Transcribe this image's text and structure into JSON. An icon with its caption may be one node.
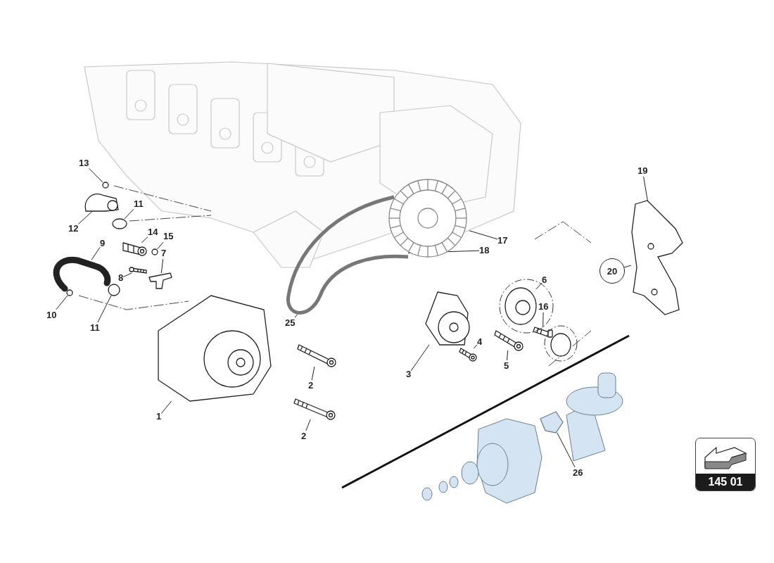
{
  "diagram": {
    "nodes": [
      {
        "text": [
          "13"
        ]
      },
      {
        "text": [
          "19"
        ]
      },
      {
        "text": [
          "11"
        ]
      },
      {
        "text": [
          "12"
        ]
      },
      {
        "text": [
          "14"
        ]
      },
      {
        "text": [
          "15"
        ]
      },
      {
        "text": [
          "17"
        ]
      },
      {
        "text": [
          "9"
        ]
      },
      {
        "text": [
          "18"
        ]
      },
      {
        "text": [
          "7"
        ]
      },
      {
        "text": [
          "20"
        ]
      },
      {
        "text": [
          "8"
        ]
      },
      {
        "text": [
          "6"
        ]
      },
      {
        "text": [
          "16"
        ]
      },
      {
        "text": [
          "10"
        ]
      },
      {
        "text": [
          "11"
        ]
      },
      {
        "text": [
          "25"
        ]
      },
      {
        "text": [
          "4"
        ]
      },
      {
        "text": [
          "5"
        ]
      },
      {
        "text": [
          "3"
        ]
      },
      {
        "text": [
          "2"
        ]
      },
      {
        "text": [
          "1"
        ]
      },
      {
        "text": [
          "2"
        ]
      },
      {
        "text": [
          "26"
        ]
      },
      {
        "text": [
          "145 01"
        ]
      },
      {
        "text": [],
        "shape": "circle"
      },
      {
        "text": [],
        "shape": "picture"
      },
      {
        "text": [],
        "shape": "circle"
      },
      {
        "text": [],
        "shape": "picture"
      },
      {
        "text": [],
        "shape": "picture"
      },
      {
        "text": [],
        "shape": "circle"
      },
      {
        "text": [],
        "shape": "picture"
      },
      {
        "text": [],
        "shape": "picture"
      },
      {
        "text": [],
        "shape": "picture"
      },
      {
        "text": [],
        "shape": "picture"
      },
      {
        "text": [],
        "shape": "picture"
      },
      {
        "text": [],
        "shape": "picture"
      },
      {
        "text": [],
        "shape": "picture"
      },
      {
        "text": [],
        "shape": "circle"
      },
      {
        "text": [],
        "shape": "circle"
      },
      {
        "text": [],
        "shape": "picture"
      },
      {
        "text": [],
        "shape": "picture"
      },
      {
        "text": [],
        "shape": "picture"
      },
      {
        "text": [],
        "shape": "picture"
      },
      {
        "text": [],
        "shape": "picture"
      },
      {
        "text": [],
        "shape": "picture"
      },
      {
        "text": [],
        "shape": "picture"
      }
    ],
    "edges": [
      {
        "from": 0,
        "to": 25,
        "arrow": "none"
      },
      {
        "from": 1,
        "to": 26,
        "arrow": "none"
      },
      {
        "from": 2,
        "to": 27,
        "arrow": "none"
      },
      {
        "from": 3,
        "to": 28,
        "arrow": "none"
      },
      {
        "from": 4,
        "to": 29,
        "arrow": "none"
      },
      {
        "from": 5,
        "to": 30,
        "arrow": "none"
      },
      {
        "from": 6,
        "to": 32,
        "arrow": "none"
      },
      {
        "from": 7,
        "to": 31,
        "arrow": "none"
      },
      {
        "from": 8,
        "to": 33,
        "arrow": "none"
      },
      {
        "from": 9,
        "to": 34,
        "arrow": "none"
      },
      {
        "from": 10,
        "to": 26,
        "arrow": "none",
        "style": "dashed"
      },
      {
        "from": 11,
        "to": 35,
        "arrow": "none"
      },
      {
        "from": 12,
        "to": 36,
        "arrow": "none"
      },
      {
        "from": 13,
        "to": 37,
        "arrow": "none"
      },
      {
        "from": 14,
        "to": 38,
        "arrow": "none"
      },
      {
        "from": 15,
        "to": 39,
        "arrow": "none"
      },
      {
        "from": 16,
        "to": 33,
        "arrow": "none"
      },
      {
        "from": 17,
        "to": 40,
        "arrow": "none"
      },
      {
        "from": 18,
        "to": 41,
        "arrow": "none"
      },
      {
        "from": 19,
        "to": 42,
        "arrow": "none"
      },
      {
        "from": 20,
        "to": 43,
        "arrow": "none"
      },
      {
        "from": 21,
        "to": 44,
        "arrow": "none"
      },
      {
        "from": 22,
        "to": 45,
        "arrow": "none"
      },
      {
        "from": 23,
        "to": 46,
        "arrow": "none"
      }
    ]
  }
}
